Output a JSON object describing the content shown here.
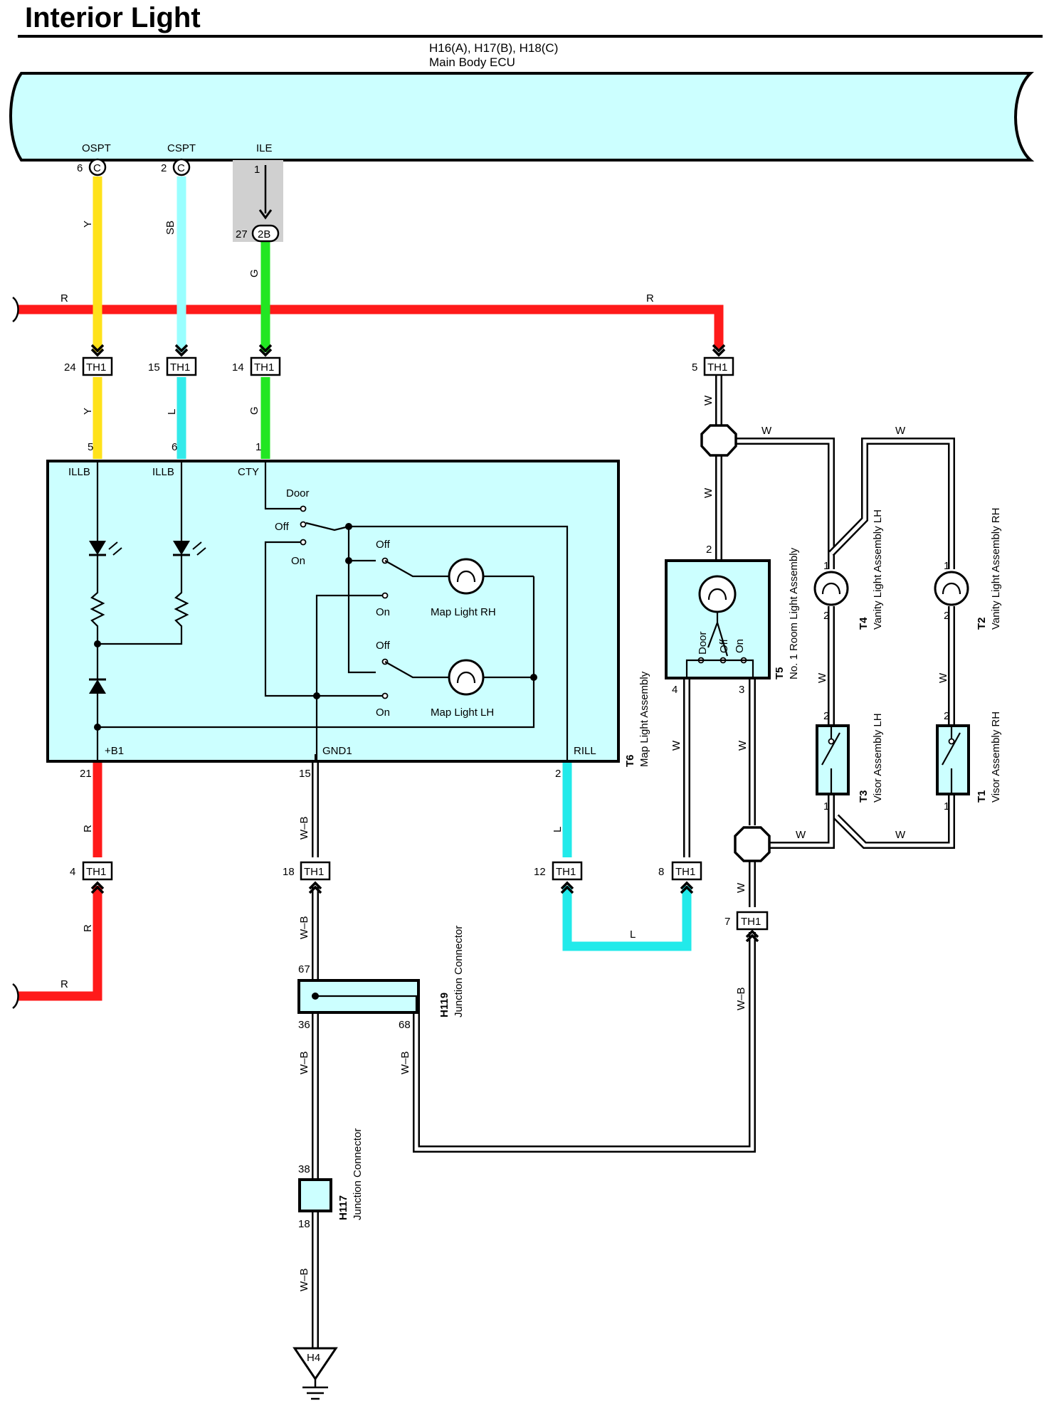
{
  "title": "Interior Light",
  "ecu": {
    "connectors": "H16(A), H17(B), H18(C)",
    "name": "Main Body ECU"
  },
  "ecu_pins": {
    "ospt": {
      "label": "OSPT",
      "num": "6",
      "conn": "C"
    },
    "cspt": {
      "label": "CSPT",
      "num": "2",
      "conn": "C"
    },
    "ile": {
      "label": "ILE",
      "num": "1",
      "conn_num": "27",
      "conn": "2B"
    }
  },
  "wire_colors": {
    "Y": "#ffe21a",
    "SB": "#99ffff",
    "L": "#22eaea",
    "G": "#22e622",
    "R": "#ff1a1a",
    "W": "#ffffff",
    "W-B": "#000000"
  },
  "wire_labels": {
    "y": "Y",
    "sb": "SB",
    "g": "G",
    "r": "R",
    "l": "L",
    "w": "W",
    "wb": "W–B"
  },
  "th1": {
    "label": "TH1",
    "pins": {
      "p24": "24",
      "p15": "15",
      "p14": "14",
      "p5": "5",
      "p4": "4",
      "p18": "18",
      "p12": "12",
      "p8": "8",
      "p7": "7"
    }
  },
  "map_light": {
    "id": "T6",
    "name": "Map Light Assembly",
    "pins": {
      "illb1": "ILLB",
      "illb2": "ILLB",
      "cty": "CTY",
      "b1": "+B1",
      "gnd1": "GND1",
      "rill": "RILL"
    },
    "pin_nums": {
      "illb1": "5",
      "illb2": "6",
      "cty": "1",
      "b1": "21",
      "gnd1": "15",
      "rill": "2"
    },
    "switch": {
      "door": "Door",
      "off": "Off",
      "on": "On"
    },
    "lamps": {
      "rh": "Map Light RH",
      "lh": "Map Light LH"
    }
  },
  "room_light": {
    "id": "T5",
    "name": "No. 1 Room Light Assembly",
    "pins": {
      "top": "2",
      "left": "4",
      "right": "3"
    },
    "switch": {
      "door": "Door",
      "off": "Off",
      "on": "On"
    }
  },
  "vanity_lh": {
    "id": "T4",
    "name": "Vanity Light Assembly LH",
    "pins": {
      "top": "1",
      "bottom": "2"
    }
  },
  "vanity_rh": {
    "id": "T2",
    "name": "Vanity Light Assembly RH",
    "pins": {
      "top": "1",
      "bottom": "2"
    }
  },
  "visor_lh": {
    "id": "T3",
    "name": "Visor Assembly LH",
    "pins": {
      "top": "2",
      "bottom": "1"
    }
  },
  "visor_rh": {
    "id": "T1",
    "name": "Visor Assembly RH",
    "pins": {
      "top": "2",
      "bottom": "1"
    }
  },
  "jc_h119": {
    "id": "H119",
    "name": "Junction Connector",
    "pins": {
      "top": "67",
      "left": "36",
      "right": "68"
    }
  },
  "jc_h117": {
    "id": "H117",
    "name": "Junction Connector",
    "pins": {
      "top": "38",
      "bottom": "18"
    }
  },
  "ground": {
    "id": "H4"
  }
}
